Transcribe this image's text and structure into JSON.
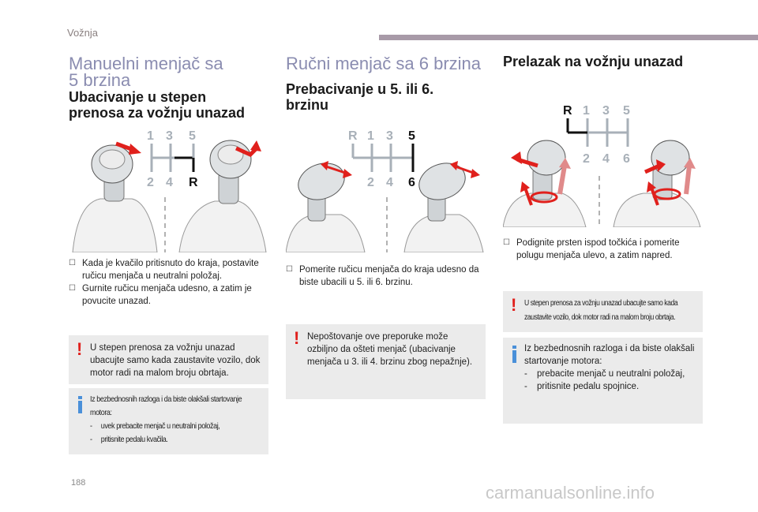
{
  "header": {
    "section": "Vožnja"
  },
  "col1": {
    "title_line1": "Manuelni menjač sa",
    "title_line2": "5 brzina",
    "subtitle_line1": "Ubacivanje u stepen",
    "subtitle_line2": "prenosa za vožnju unazad",
    "shift_pattern": {
      "top": [
        "1",
        "3",
        "5"
      ],
      "bottom": [
        "2",
        "4",
        "R"
      ]
    },
    "bullets": [
      "Kada je kvačilo pritisnuto do kraja, postavite ručicu menjača u neutralni položaj.",
      "Gurnite ručicu menjača udesno, a zatim je povucite unazad."
    ],
    "warning": "U stepen prenosa za vožnju unazad ubacujte samo kada zaustavite vozilo, dok motor radi na malom broju obrtaja.",
    "info_intro": "Iz bezbednosnih razloga i da biste olakšali startovanje motora:",
    "info_items": [
      "uvek prebacite menjač u neutralni položaj,",
      "pritisnite pedalu kvačila."
    ]
  },
  "col2": {
    "title": "Ručni menjač sa 6 brzina",
    "subtitle_line1": "Prebacivanje u 5. ili 6.",
    "subtitle_line2": "brzinu",
    "shift_pattern": {
      "top": [
        "R",
        "1",
        "3",
        "5"
      ],
      "bottom": [
        "2",
        "4",
        "6"
      ]
    },
    "bullets": [
      "Pomerite ručicu menjača do kraja udesno da biste ubacili u 5. ili 6. brzinu."
    ],
    "warning": "Nepoštovanje ove preporuke može ozbiljno da ošteti menjač (ubacivanje menjača u 3. ili 4. brzinu zbog nepažnje)."
  },
  "col3": {
    "subtitle": "Prelazak na vožnju unazad",
    "shift_pattern": {
      "top": [
        "R",
        "1",
        "3",
        "5"
      ],
      "bottom": [
        "2",
        "4",
        "6"
      ]
    },
    "bullets": [
      "Podignite prsten ispod točkića i pomerite polugu menjača ulevo, a zatim napred."
    ],
    "warning": "U stepen prenosa za vožnju unazad ubacujte samo kada zaustavite vozilo, dok motor radi na malom broju obrtaja.",
    "info_intro": "Iz bezbednosnih razloga i da biste olakšali startovanje motora:",
    "info_items": [
      "prebacite menjač u neutralni položaj,",
      "pritisnite pedalu spojnice."
    ]
  },
  "footer": {
    "page_number": "188",
    "watermark": "carmanualsonline.info"
  },
  "colors": {
    "accent": "#8a8cb0",
    "warning": "#e0201c",
    "info": "#4a90d9",
    "note_bg": "#ebebeb",
    "arrow": "#e0201c",
    "gear_gray": "#a8b0b8"
  }
}
